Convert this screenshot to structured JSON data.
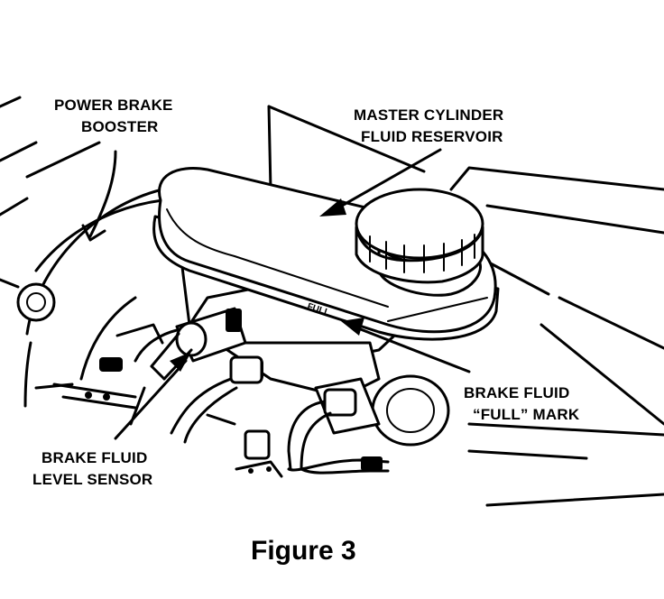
{
  "labels": {
    "power_brake_booster": [
      "POWER BRAKE",
      "BOOSTER"
    ],
    "master_cylinder_reservoir": [
      "MASTER CYLINDER",
      "FLUID RESERVOIR"
    ],
    "full_mark": [
      "BRAKE FLUID",
      "“FULL” MARK"
    ],
    "level_sensor": [
      "BRAKE FLUID",
      "LEVEL SENSOR"
    ],
    "reservoir_embossing": "FULL"
  },
  "caption": "Figure 3"
}
